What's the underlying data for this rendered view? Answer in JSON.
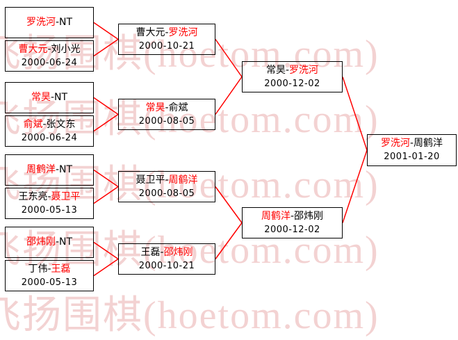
{
  "watermark": {
    "text": "飞扬围棋(hoetom.com)",
    "color": "#df8a8a"
  },
  "colors": {
    "winner_text": "#ff0000",
    "connector_line": "#ff0000",
    "box_border": "#000000",
    "default_text": "#000000",
    "background": "#ffffff"
  },
  "bracket": {
    "separator": "-",
    "round1": [
      {
        "p1": "罗洗河",
        "p2": "NT",
        "date": "",
        "winner": "p1"
      },
      {
        "p1": "曹大元",
        "p2": "刘小光",
        "date": "2000-06-24",
        "winner": "p1"
      },
      {
        "p1": "常昊",
        "p2": "NT",
        "date": "",
        "winner": "p1"
      },
      {
        "p1": "俞斌",
        "p2": "张文东",
        "date": "2000-06-24",
        "winner": "p1"
      },
      {
        "p1": "周鹤洋",
        "p2": "NT",
        "date": "",
        "winner": "p1"
      },
      {
        "p1": "王东亮",
        "p2": "聂卫平",
        "date": "2000-05-13",
        "winner": "p2"
      },
      {
        "p1": "邵炜刚",
        "p2": "NT",
        "date": "",
        "winner": "p1"
      },
      {
        "p1": "丁伟",
        "p2": "王磊",
        "date": "2000-05-13",
        "winner": "p2"
      }
    ],
    "quarterfinals": [
      {
        "p1": "曹大元",
        "p2": "罗洗河",
        "date": "2000-10-21",
        "winner": "p2"
      },
      {
        "p1": "常昊",
        "p2": "俞斌",
        "date": "2000-08-05",
        "winner": "p1"
      },
      {
        "p1": "聂卫平",
        "p2": "周鹤洋",
        "date": "2000-08-05",
        "winner": "p2"
      },
      {
        "p1": "王磊",
        "p2": "邵炜刚",
        "date": "2000-10-21",
        "winner": "p2"
      }
    ],
    "semifinals": [
      {
        "p1": "常昊",
        "p2": "罗洗河",
        "date": "2000-12-02",
        "winner": "p2"
      },
      {
        "p1": "周鹤洋",
        "p2": "邵炜刚",
        "date": "2000-12-02",
        "winner": "p1"
      }
    ],
    "final": [
      {
        "p1": "罗洗河",
        "p2": "周鹤洋",
        "date": "2001-01-20",
        "winner": "p1"
      }
    ]
  }
}
